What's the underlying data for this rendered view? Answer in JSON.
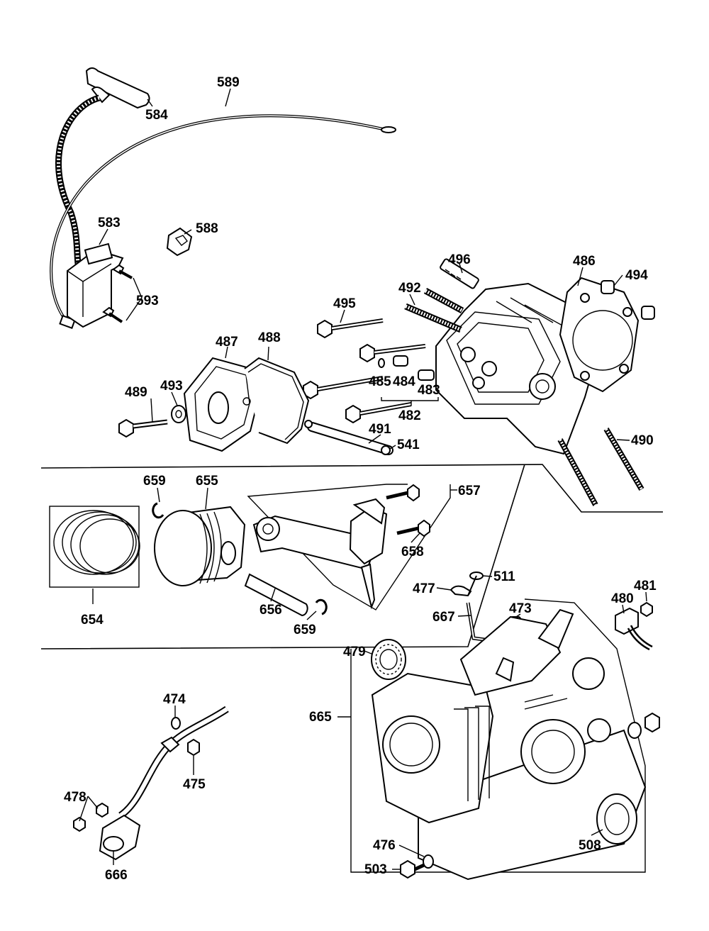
{
  "labels": {
    "p589": "589",
    "p584": "584",
    "p583": "583",
    "p588": "588",
    "p593": "593",
    "p496": "496",
    "p486": "486",
    "p494": "494",
    "p492": "492",
    "p495": "495",
    "p487": "487",
    "p488": "488",
    "p489": "489",
    "p493": "493",
    "p485": "485",
    "p484": "484",
    "p483": "483",
    "p482": "482",
    "p491": "491",
    "p541": "541",
    "p490": "490",
    "p659a": "659",
    "p655": "655",
    "p657": "657",
    "p658": "658",
    "p654": "654",
    "p656": "656",
    "p659b": "659",
    "p511": "511",
    "p477": "477",
    "p667": "667",
    "p473": "473",
    "p481": "481",
    "p480": "480",
    "p479": "479",
    "p665": "665",
    "p474": "474",
    "p475": "475",
    "p478": "478",
    "p666": "666",
    "p476": "476",
    "p503": "503",
    "p508": "508"
  }
}
